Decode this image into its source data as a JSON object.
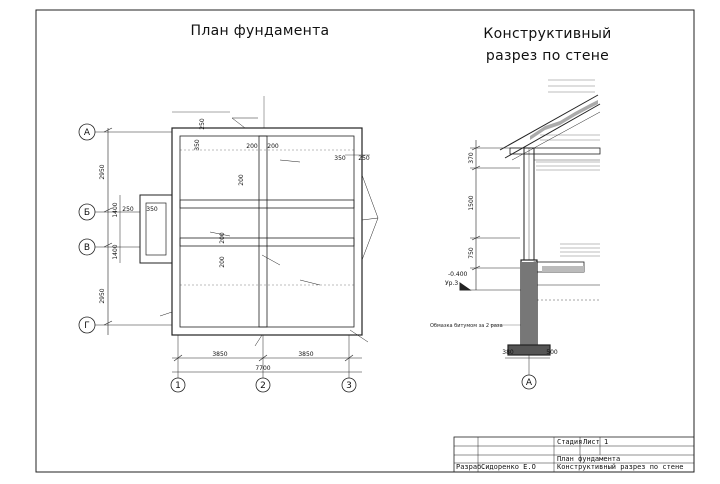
{
  "titles": {
    "plan": "План фундамента",
    "section_line1": "Конструктивный",
    "section_line2": "разрез по стене"
  },
  "plan": {
    "axes_rows": [
      "А",
      "Б",
      "В",
      "Г"
    ],
    "axes_cols": [
      "1",
      "2",
      "3"
    ],
    "row_dims": [
      "2950",
      "1400",
      "1400",
      "2950"
    ],
    "col_dims": [
      "3850",
      "3850"
    ],
    "total_dim": "7700",
    "inner_dims": [
      "250",
      "350",
      "200",
      "200",
      "350",
      "250",
      "250",
      "350",
      "200",
      "200",
      "200"
    ]
  },
  "section": {
    "axis": "А",
    "level_mark": "-0.400",
    "level_note": "Ур.3",
    "heights": [
      "370",
      "1500",
      "750"
    ],
    "bottom_dims": [
      "380",
      "500"
    ],
    "waterproof_note": "Обмазка битумом за 2 раза"
  },
  "stamp": {
    "stage": "Стадия",
    "sheet": "Лист",
    "stage_value": "1",
    "developer_label": "Разраб.",
    "developer_name": "Сидоренко Е.О",
    "doc_line1": "План фундамента",
    "doc_line2": "Конструктивный разрез по стене"
  }
}
